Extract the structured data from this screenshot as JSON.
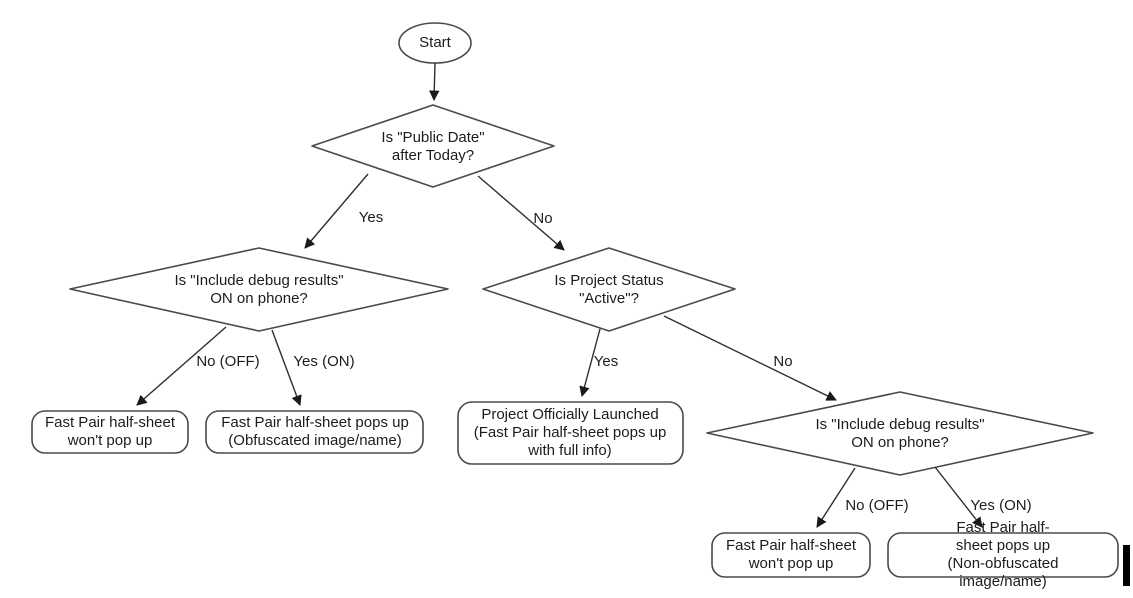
{
  "figure": {
    "type": "flowchart",
    "background_color": "#ffffff",
    "shape_stroke_color": "#4a4a4a",
    "edge_color": "#2f2f2f",
    "text_color": "#1c1c1c"
  },
  "nodes": {
    "start": {
      "shape": "ellipse",
      "label": "Start"
    },
    "q_public_date": {
      "shape": "diamond",
      "label": "Is \"Public Date\"\nafter Today?"
    },
    "q_debug_left": {
      "shape": "diamond",
      "label": "Is \"Include debug results\"\nON on phone?"
    },
    "q_status": {
      "shape": "diamond",
      "label": "Is Project Status\n\"Active\"?"
    },
    "q_debug_right": {
      "shape": "diamond",
      "label": "Is \"Include debug results\"\nON on phone?"
    },
    "out_no_popup_left": {
      "shape": "rounded-rect",
      "label": "Fast Pair half-sheet\nwon't pop up"
    },
    "out_obfuscated": {
      "shape": "rounded-rect",
      "label": "Fast Pair half-sheet pops up\n(Obfuscated image/name)"
    },
    "out_launched": {
      "shape": "rounded-rect",
      "label": "Project Officially Launched\n(Fast Pair half-sheet pops up\nwith full info)"
    },
    "out_no_popup_right": {
      "shape": "rounded-rect",
      "label": "Fast Pair half-sheet\nwon't pop up"
    },
    "out_non_obfuscated": {
      "shape": "rounded-rect",
      "label": "Fast Pair half-sheet pops up\n(Non-obfuscated image/name)"
    }
  },
  "edges": {
    "start_to_public_date": {
      "label": ""
    },
    "yes_top": {
      "label": "Yes"
    },
    "no_top": {
      "label": "No"
    },
    "no_off_left": {
      "label": "No (OFF)"
    },
    "yes_on_left": {
      "label": "Yes (ON)"
    },
    "yes_mid": {
      "label": "Yes"
    },
    "no_mid": {
      "label": "No"
    },
    "no_off_right": {
      "label": "No (OFF)"
    },
    "yes_on_right": {
      "label": "Yes (ON)"
    }
  }
}
